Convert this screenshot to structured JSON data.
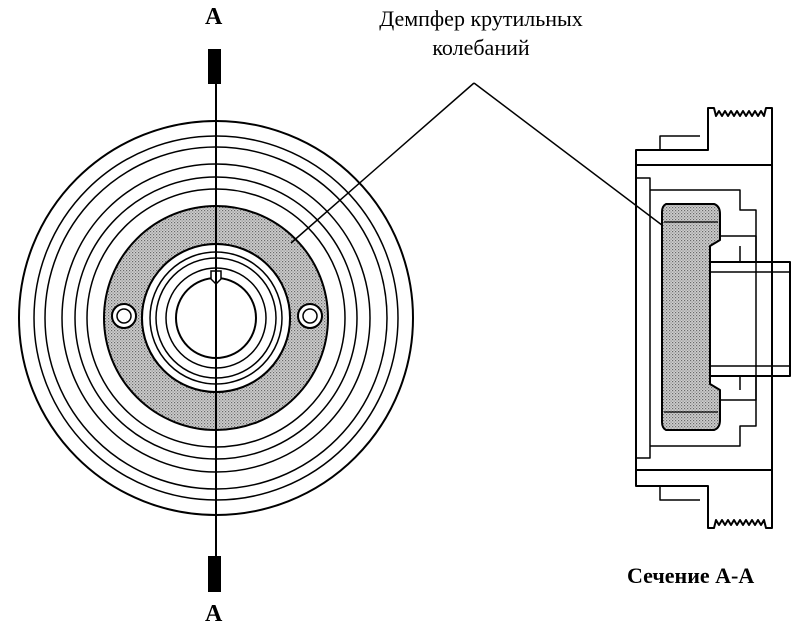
{
  "section_marker_top": "А",
  "section_marker_bottom": "А",
  "callout": {
    "line1": "Демпфер крутильных",
    "line2": "колебаний"
  },
  "section_title": "Сечение А-А",
  "colors": {
    "line": "#000000",
    "hatch_fill": "#b9b9b9",
    "background": "#ffffff"
  }
}
